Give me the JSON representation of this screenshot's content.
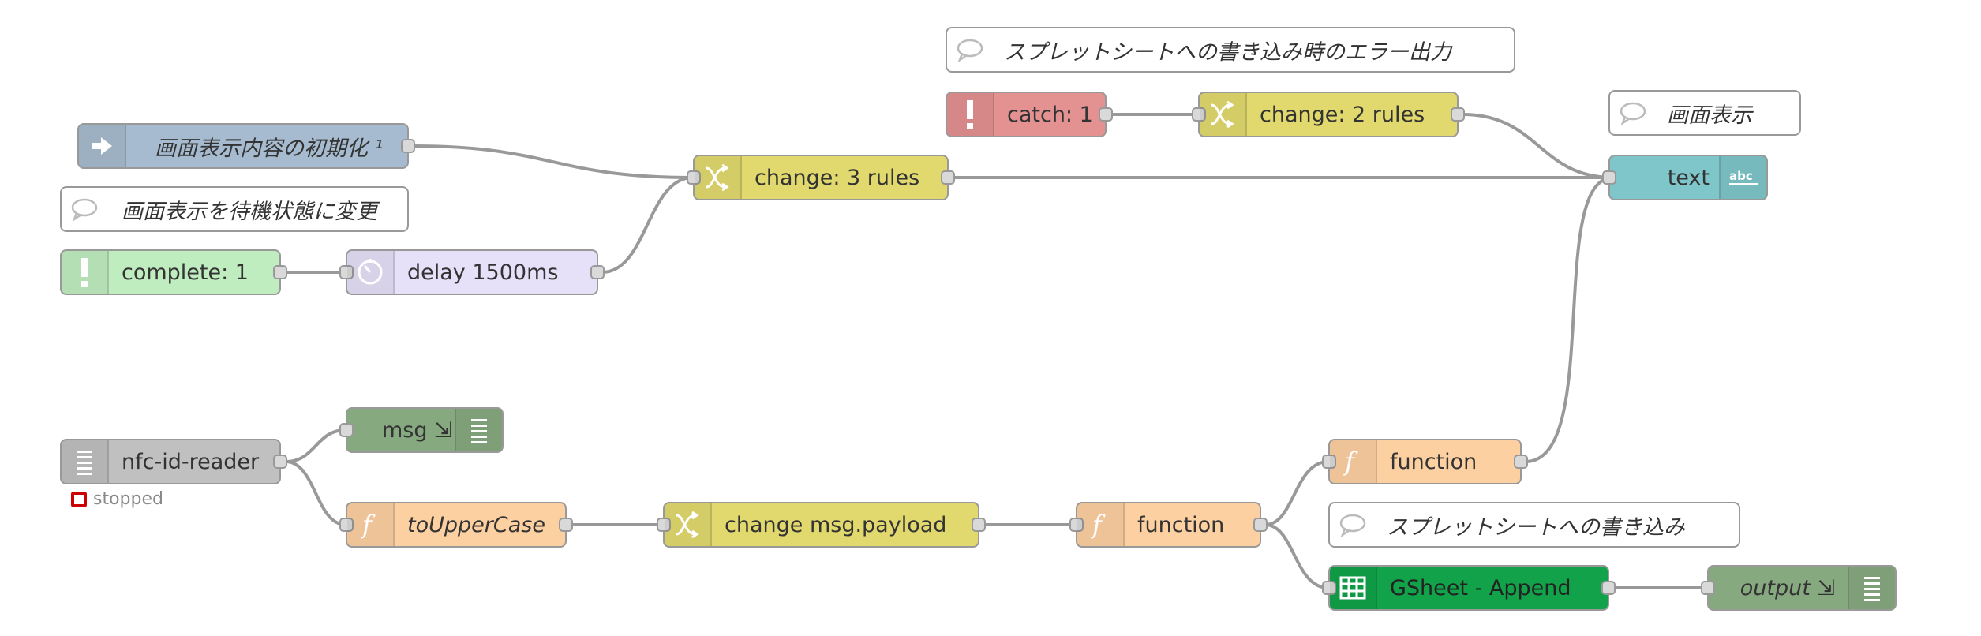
{
  "nodes": {
    "inject": {
      "label": "画面表示内容の初期化 ¹",
      "icon": "arrow-in-icon"
    },
    "comment_wait": {
      "label": "画面表示を待機状態に変更",
      "icon": "comment-icon"
    },
    "complete": {
      "label": "complete: 1",
      "icon": "exclamation-icon"
    },
    "delay": {
      "label": "delay 1500ms",
      "icon": "timer-icon"
    },
    "change3": {
      "label": "change: 3 rules",
      "icon": "shuffle-icon"
    },
    "comment_error": {
      "label": "スプレットシートへの書き込み時のエラー出力",
      "icon": "comment-icon"
    },
    "catch": {
      "label": "catch: 1",
      "icon": "exclamation-icon"
    },
    "change2": {
      "label": "change: 2 rules",
      "icon": "shuffle-icon"
    },
    "comment_display": {
      "label": "画面表示",
      "icon": "comment-icon"
    },
    "text": {
      "label": "text",
      "icon": "abc-icon"
    },
    "nfc": {
      "label": "nfc-id-reader",
      "icon": "list-icon",
      "status": "stopped"
    },
    "msg": {
      "label": "msg ⇲",
      "icon": "list-icon"
    },
    "toupper": {
      "label": "toUpperCase",
      "icon": "function-icon"
    },
    "change_payload": {
      "label": "change msg.payload",
      "icon": "shuffle-icon"
    },
    "function1": {
      "label": "function",
      "icon": "function-icon"
    },
    "function2": {
      "label": "function",
      "icon": "function-icon"
    },
    "comment_sheet": {
      "label": "スプレットシートへの書き込み",
      "icon": "comment-icon"
    },
    "gsheet": {
      "label": "GSheet - Append",
      "icon": "sheet-grid-icon"
    },
    "output": {
      "label": "output ⇲",
      "icon": "list-icon"
    }
  },
  "colors": {
    "inject": "#a6bbcf",
    "complete": "#c0edc0",
    "delay": "#e6e0f8",
    "change": "#e2d96e",
    "catch": "#e49191",
    "text": "#7ec6c9",
    "nfc": "#c0c0c0",
    "debug": "#87a980",
    "function": "#fdd0a2",
    "gsheet": "#12a34a",
    "wire": "#999999"
  }
}
